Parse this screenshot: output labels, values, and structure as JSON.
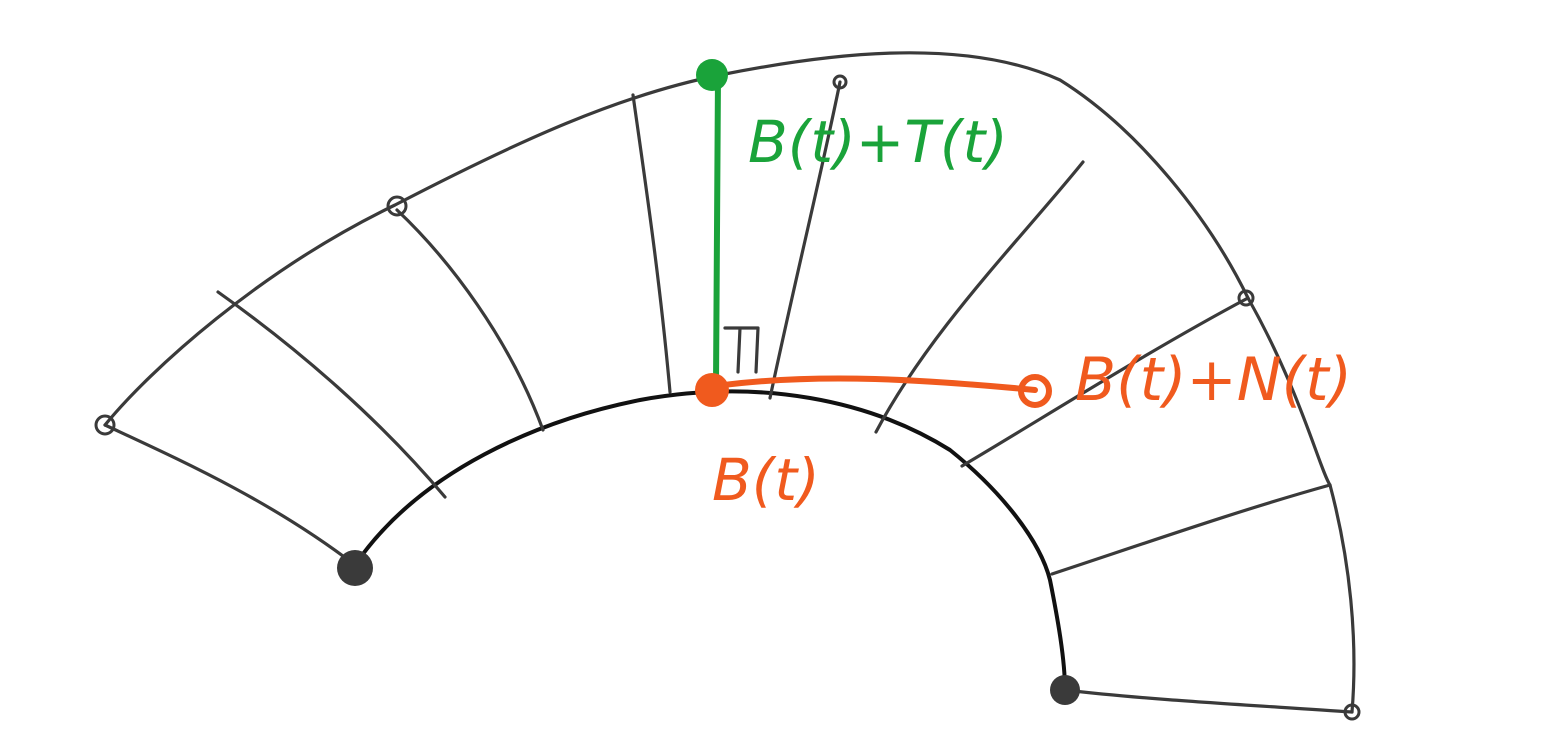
{
  "labels": {
    "tangent_point": "B(t)+T(t)",
    "normal_point": "B(t)+N(t)",
    "base_point": "B(t)"
  },
  "colors": {
    "ink": "#3a3a3a",
    "base_curve": "#111111",
    "tangent": "#1aa33a",
    "normal": "#f05a1e",
    "background": "#ffffff"
  }
}
